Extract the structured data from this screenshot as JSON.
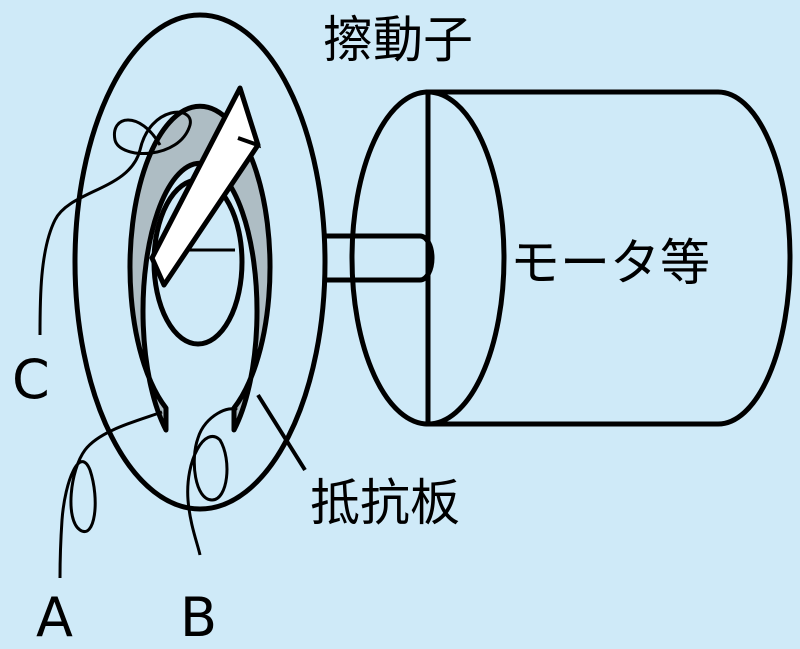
{
  "labels": {
    "wiper": "擦動子",
    "motor": "モータ等",
    "resistor_plate": "抵抗板",
    "terminal_a": "A",
    "terminal_b": "B",
    "terminal_c": "C"
  },
  "colors": {
    "background": "#cfeaf8",
    "outline": "#000000",
    "resistor": "#aebdc4",
    "wiper_fill": "#ffffff"
  }
}
